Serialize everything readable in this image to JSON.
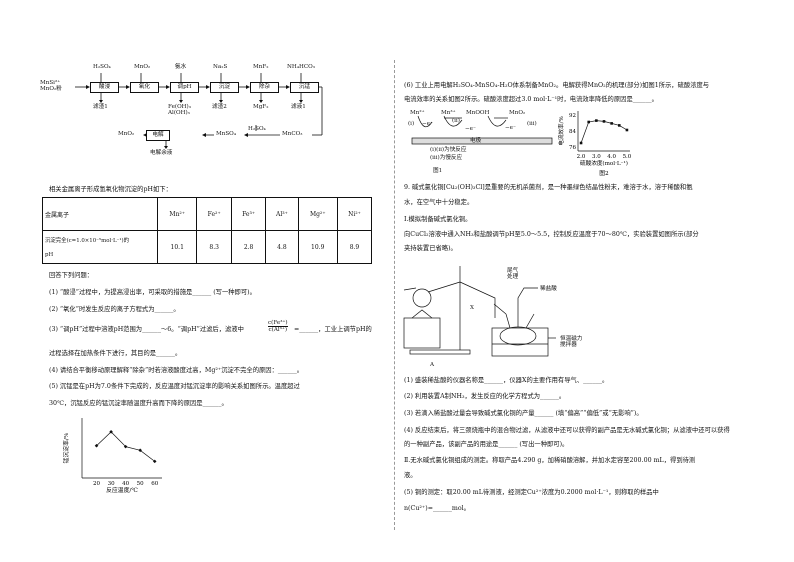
{
  "flow": {
    "start": [
      "MnSi²⁺",
      "MnO₂粉"
    ],
    "reagents": [
      "H₂SO₄",
      "MnO₂",
      "氨水",
      "Na₂S",
      "MnF₂",
      "NH₄HCO₃"
    ],
    "steps": [
      "酸浸",
      "氧化",
      "调pH",
      "沉淀",
      "除杂",
      "沉锰"
    ],
    "residues": [
      "滤渣1",
      "",
      "Fe(OH)₃",
      "滤渣2",
      "MgF₂",
      "滤液1"
    ],
    "residue_extra": "Al(OH)₃",
    "bottom_h2so4": "H₂SO₄",
    "mnco3": "MnCO₃",
    "mnso4": "MnSO₄",
    "electrolysis": "电解",
    "mno2_out": "MnO₂",
    "waste": "电解余液"
  },
  "table_intro": "相关金属离子形成氢氧化物沉淀的pH如下：",
  "table": {
    "row1_head": "金属离子",
    "ions": [
      "Mn²⁺",
      "Fe²⁺",
      "Fe³⁺",
      "Al³⁺",
      "Mg²⁺",
      "Ni²⁺"
    ],
    "row2_head_a": "沉淀完全(c=1.0×10⁻⁵mol·L⁻¹)的",
    "row2_head_b": "pH",
    "values": [
      "10.1",
      "8.3",
      "2.8",
      "4.8",
      "10.9",
      "8.9"
    ]
  },
  "answer_title": "回答下列问题：",
  "q1": "(1) “酸浸”过程中，为提高浸出率，可采取的措施是______ (写一种即可)。",
  "q2": "(2) “氧化”时发生反应的离子方程式为______。",
  "q3a": "(3) “调pH”过程中溶液pH范围为______～6。“调pH”过滤后，滤液中",
  "q3_frac_top": "c(Fe³⁺)",
  "q3_frac_bot": "c(Al³⁺)",
  "q3b": "=______，工业上调节pH的",
  "q3c": "过程选择在加热条件下进行，其目的是______。",
  "q4": "(4) 请结合平衡移动原理解释“除杂”时若溶液酸度过高，Mg²⁺沉淀不完全的原因：______。",
  "q5a": "(5) 沉锰是在pH为7.0条件下完成的，反应温度对锰沉淀率的影响关系如图所示。温度超过",
  "q5b": "30℃，沉锰反应的锰沉淀率随温度升高而下降的原因是______。",
  "chart_data": {
    "type": "line",
    "x": [
      20,
      30,
      40,
      50,
      60
    ],
    "y": [
      65,
      80,
      64,
      60,
      48
    ],
    "xlabel": "反应温度/℃",
    "ylabel": "锰沉淀率/%",
    "xticks": [
      "20",
      "30",
      "40",
      "50",
      "60"
    ],
    "xlim": [
      10,
      65
    ],
    "ylim": [
      30,
      95
    ]
  },
  "q6a": "(6) 工业上用电解H₂SO₄-MnSO₄-H₂O体系制备MnO₂。电解获得MnO₂的机理(部分)如图1所示，硫酸浓度与",
  "q6b": "电流效率的关系如图2所示。硫酸浓度超过3.0 mol·L⁻¹时，电流效率降低的原因是______。",
  "fig1": {
    "mn2": "Mn²⁺",
    "mn3": "Mn³⁺",
    "mnooh": "MnOOH",
    "mno2": "MnO₂",
    "i": "(ⅰ)",
    "ii": "(ⅱ)",
    "iii": "(ⅲ)",
    "e": "−e⁻",
    "electrode": "电极",
    "note1": "(ⅰ)(ⅱ)为快反应",
    "note2": "(ⅲ)为慢反应",
    "caption": "图1"
  },
  "chart2": {
    "type": "line",
    "x": [
      2.0,
      2.5,
      3.0,
      3.5,
      4.0,
      4.5,
      5.0
    ],
    "y": [
      78,
      88.5,
      89.2,
      88.8,
      87.8,
      86.8,
      84.5
    ],
    "xlabel": "硫酸浓度(mol·L⁻¹)",
    "ylabel": "电流效率/%",
    "xticks": [
      "2.0",
      "3.0",
      "4.0",
      "5.0"
    ],
    "yticks": [
      "76",
      "84",
      "92"
    ],
    "caption": "图2"
  },
  "q9": "9. 碱式氯化铜[Cu₂(OH)₃Cl]是重要的无机杀菌剂，是一种墨绿色结晶性粉末，难溶于水，溶于稀酸和氨",
  "q9b": "水，在空气中十分稳定。",
  "partI": "Ⅰ.模拟制备碱式氯化铜。",
  "partI_text": "向CuCl₂溶液中通入NH₃和盐酸调节pH至5.0～5.5，控制反应温度于70～80℃，实验装置如图所示(部分",
  "partI_text2": "夹持装置已省略)。",
  "apparatus": {
    "tail_gas": "尾气",
    "treatment": "处理",
    "hcl": "稀盐酸",
    "x": "X",
    "stirrer1": "恒温磁力",
    "stirrer2": "搅拌器",
    "a": "A"
  },
  "p1": "(1) 盛装稀盐酸的仪器名称是______，仪器X的主要作用有导气、______。",
  "p2": "(2) 利用装置A制NH₃，发生反应的化学方程式为______。",
  "p3": "(3) 若滴入稀盐酸过量会导致碱式氯化铜的产量______ (填“偏高”“偏低”或“无影响”)。",
  "p4a": "(4) 反应结束后，将三颈烧瓶中的混合物过滤，从滤液中还可以获得的副产品是无水碱式氯化铜；从滤液中还可以获得",
  "p4b": "的一种副产品，该副产品的用途是______ (写出一种即可)。",
  "partII": "Ⅱ.无水碱式氯化铜组成的测定。称取产品4.290 g，加稀硝酸溶解，并加水定容至200.00 mL，得到待测",
  "partII2": "液。",
  "p5a": "(5) 铜的测定：取20.00 mL待测液，经测定Cu²⁺浓度为0.2000 mol·L⁻¹，则称取的样品中",
  "p5b": "n(Cu²⁺)=______mol。"
}
